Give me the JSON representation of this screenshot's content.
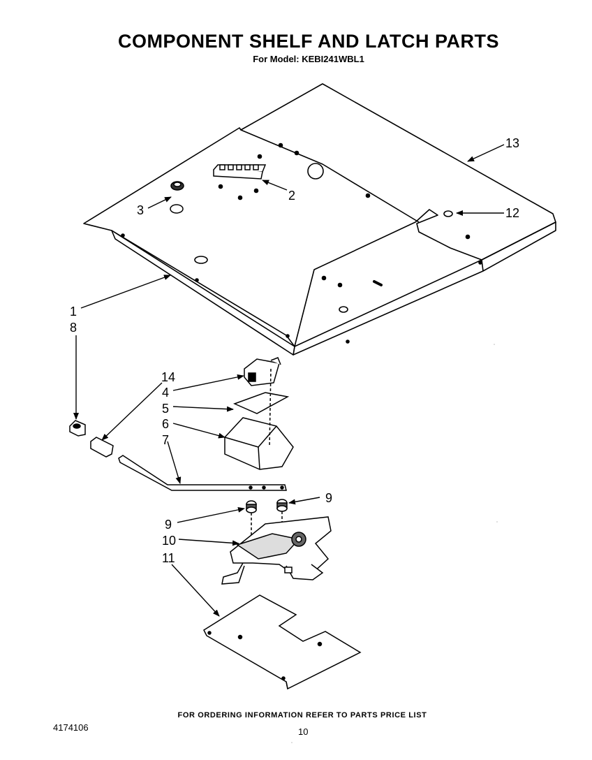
{
  "header": {
    "title": "COMPONENT SHELF AND LATCH PARTS",
    "model_line": "For Model: KEBI241WBL1"
  },
  "footer": {
    "ordering_note": "FOR ORDERING INFORMATION REFER TO PARTS PRICE LIST",
    "doc_number": "4174106",
    "page_number": "10"
  },
  "callouts": {
    "c1": "1",
    "c2": "2",
    "c3": "3",
    "c4": "4",
    "c5": "5",
    "c6": "6",
    "c7": "7",
    "c8": "8",
    "c9a": "9",
    "c9b": "9",
    "c10": "10",
    "c11": "11",
    "c12": "12",
    "c13": "13",
    "c14": "14"
  }
}
